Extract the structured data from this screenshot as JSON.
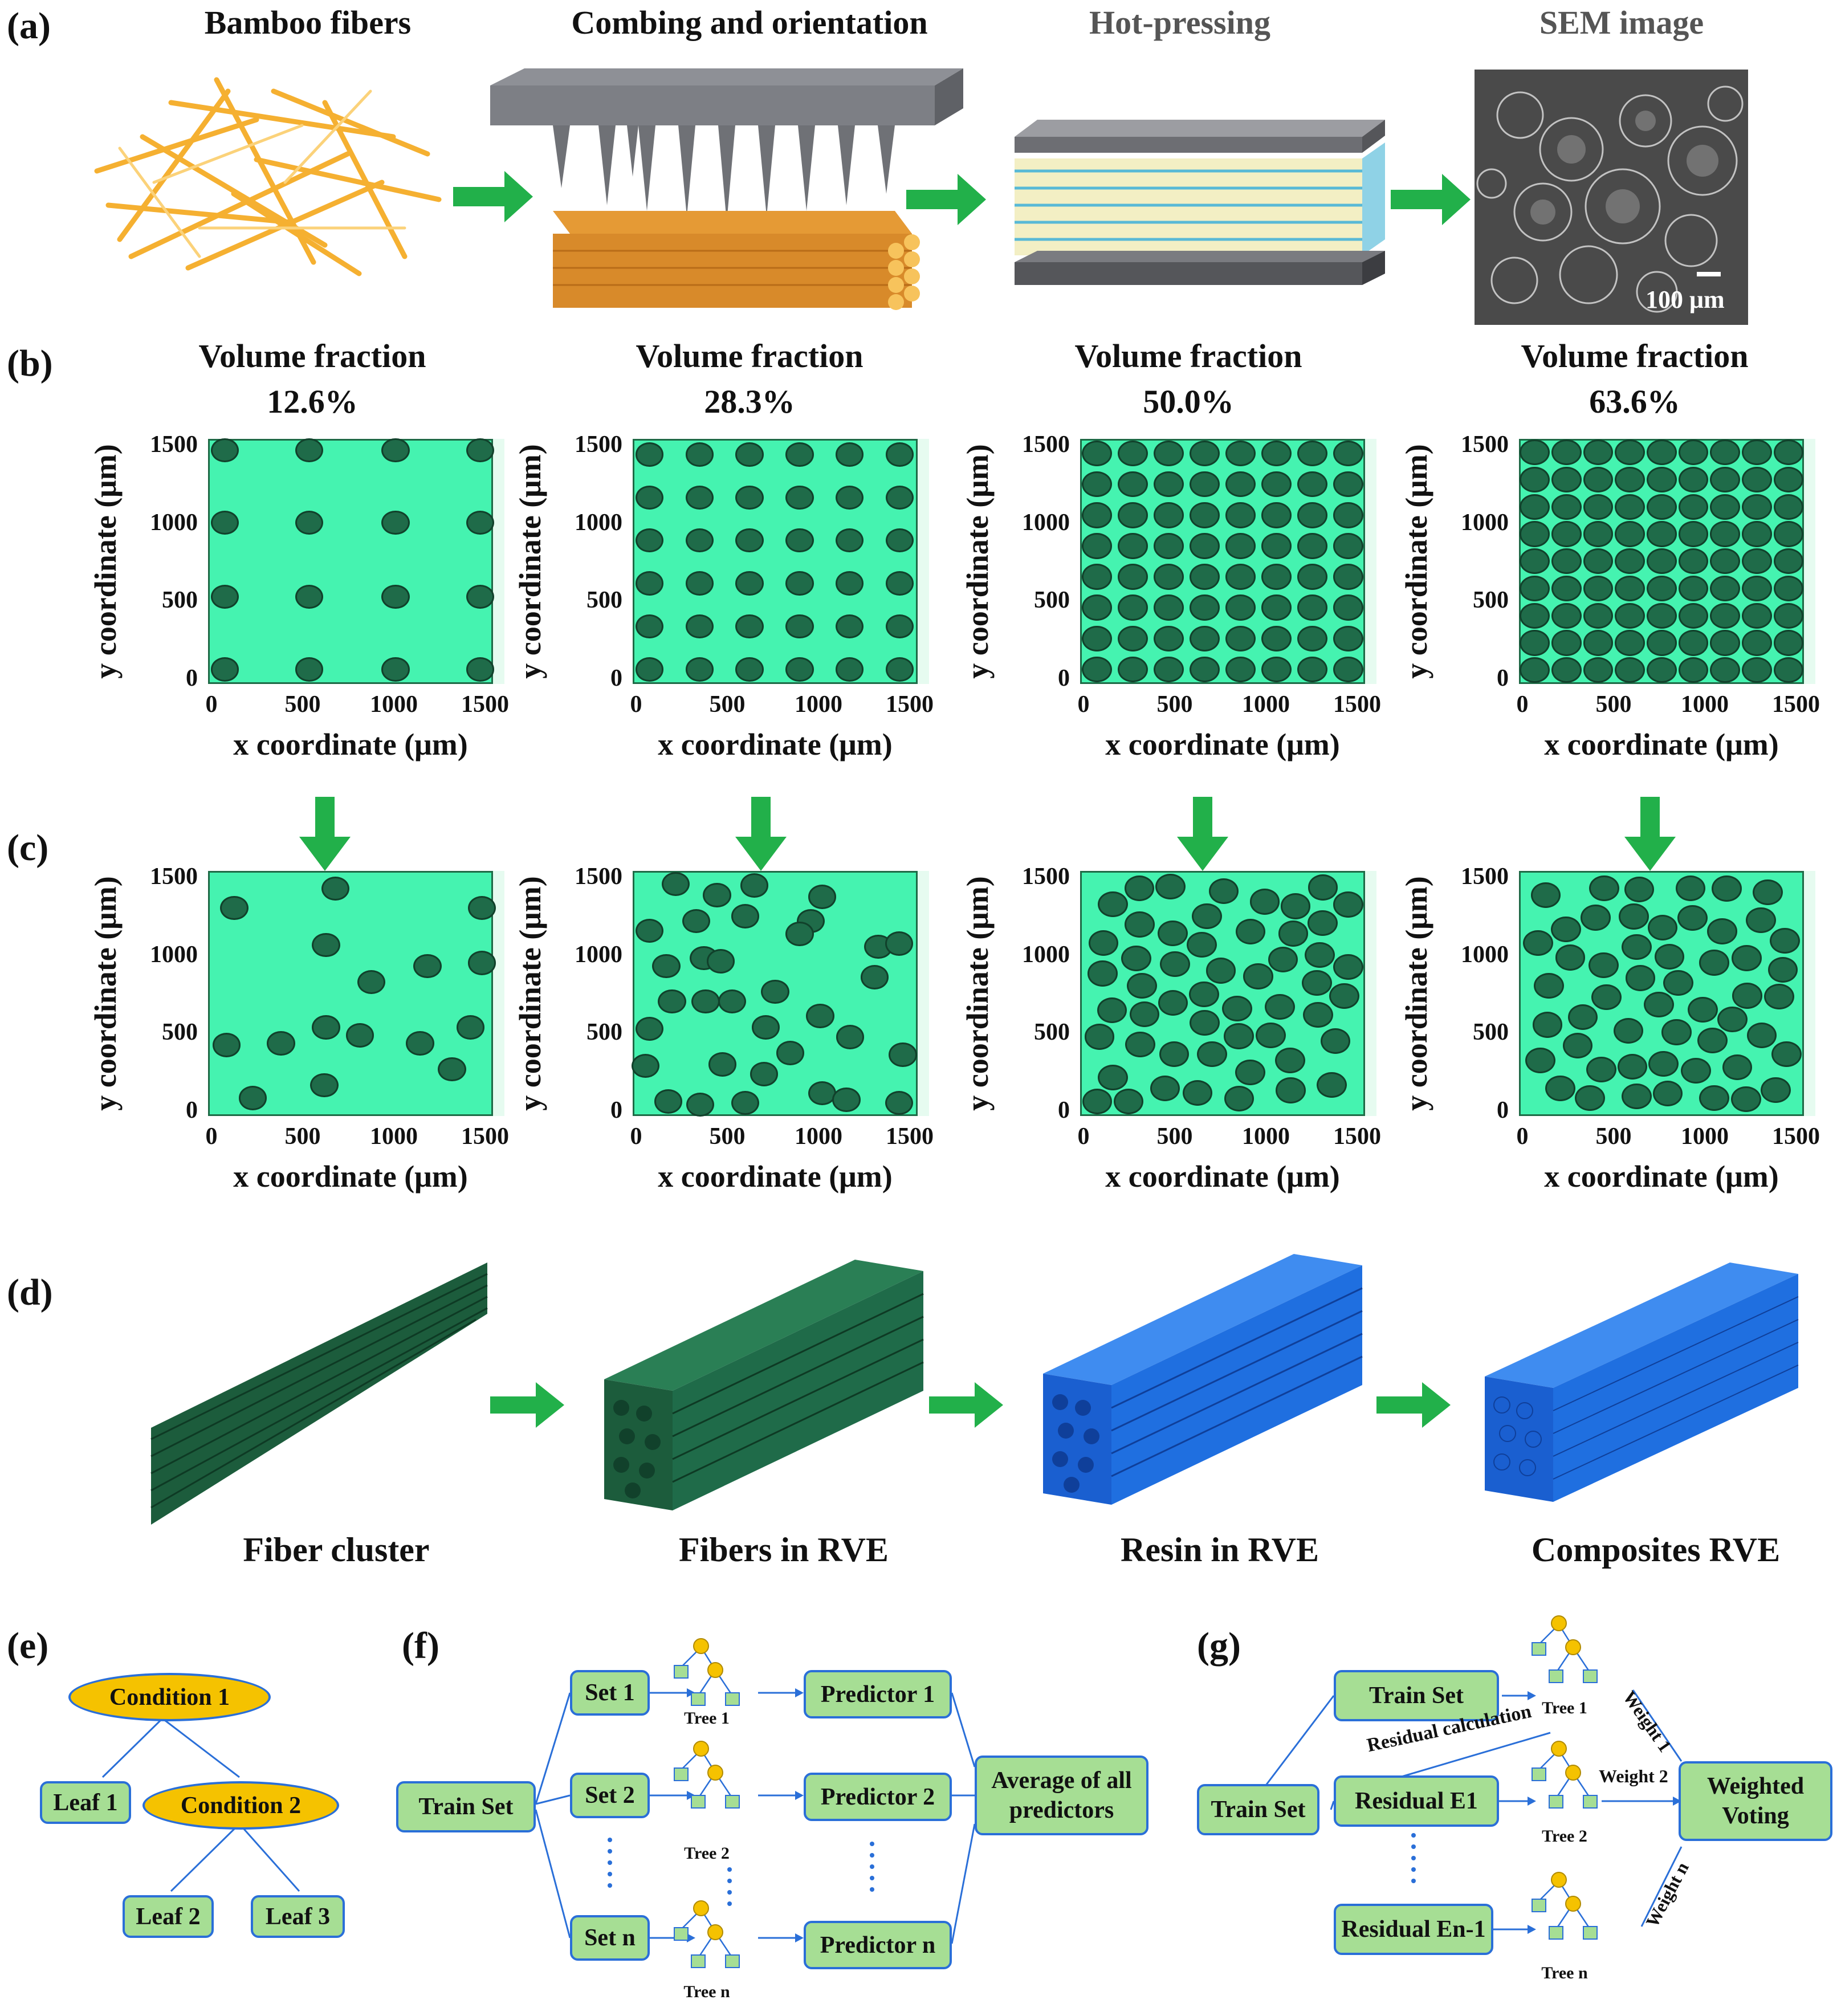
{
  "panel_labels": [
    "(a)",
    "(b)",
    "(c)",
    "(d)",
    "(e)",
    "(f)",
    "(g)"
  ],
  "a": {
    "titles": [
      "Bamboo fibers",
      "Combing and orientation",
      "Hot-pressing",
      "SEM image"
    ],
    "scale_bar": "100 μm"
  },
  "b": {
    "title_prefix": "Volume fraction",
    "fractions": [
      "12.6%",
      "28.3%",
      "50.0%",
      "63.6%"
    ]
  },
  "axes": {
    "x_label": "x coordinate (μm)",
    "y_label": "y coordinate (μm)",
    "ticks": [
      "0",
      "500",
      "1000",
      "1500"
    ],
    "range": [
      0,
      1500
    ]
  },
  "d": {
    "captions": [
      "Fiber cluster",
      "Fibers in RVE",
      "Resin in RVE",
      "Composites RVE"
    ],
    "colors": {
      "fiber": "#1f6b49",
      "resin": "#1f6fe0"
    }
  },
  "e": {
    "condition1": "Condition 1",
    "condition2": "Condition 2",
    "leaf1": "Leaf 1",
    "leaf2": "Leaf 2",
    "leaf3": "Leaf 3"
  },
  "f": {
    "train_set": "Train Set",
    "sets": [
      "Set 1",
      "Set 2",
      "Set n"
    ],
    "trees": [
      "Tree 1",
      "Tree 2",
      "Tree n"
    ],
    "predictors": [
      "Predictor 1",
      "Predictor 2",
      "Predictor n"
    ],
    "average": "Average of all predictors"
  },
  "g": {
    "train_set": "Train Set",
    "train_set_top": "Train Set",
    "residual_e1": "Residual E1",
    "residual_en": "Residual En-1",
    "trees": [
      "Tree 1",
      "Tree 2",
      "Tree n"
    ],
    "residual_calc": "Residual calculation",
    "weights": [
      "Weight 1",
      "Weight 2",
      "Weight n"
    ],
    "weighted_voting": "Weighted Voting"
  },
  "colors": {
    "matrix": "#45f3b0",
    "fiber": "#1f6b49",
    "box_fill": "#a6de94",
    "box_border": "#2a6fd8",
    "node_yellow": "#f5c200",
    "arrow_green": "#22b04a"
  },
  "chart_data": [
    {
      "type": "scatter",
      "title": "Volume fraction 12.6%",
      "xlabel": "x coordinate (μm)",
      "ylabel": "y coordinate (μm)",
      "xlim": [
        0,
        1500
      ],
      "ylim": [
        0,
        1500
      ],
      "fiber_diameter": 150,
      "x": [
        80,
        80,
        80,
        80,
        530,
        530,
        530,
        530,
        990,
        990,
        990,
        990,
        1440,
        1440,
        1440,
        1440
      ],
      "y": [
        1440,
        990,
        530,
        80,
        1440,
        990,
        530,
        80,
        1440,
        990,
        530,
        80,
        1440,
        990,
        530,
        80
      ]
    },
    {
      "type": "scatter",
      "title": "Volume fraction 28.3%",
      "xlabel": "x coordinate (μm)",
      "ylabel": "y coordinate (μm)",
      "xlim": [
        0,
        1500
      ],
      "ylim": [
        0,
        1500
      ],
      "fiber_diameter": 150,
      "grid_x": [
        80,
        347,
        613,
        880,
        1147,
        1413
      ],
      "grid_y": [
        80,
        347,
        613,
        880,
        1147,
        1413
      ]
    },
    {
      "type": "scatter",
      "title": "Volume fraction 50.0%",
      "xlabel": "x coordinate (μm)",
      "ylabel": "y coordinate (μm)",
      "xlim": [
        0,
        1500
      ],
      "ylim": [
        0,
        1500
      ],
      "fiber_diameter": 160,
      "grid_x": [
        80,
        271,
        463,
        654,
        846,
        1037,
        1229,
        1420
      ],
      "grid_y": [
        80,
        271,
        463,
        654,
        846,
        1037,
        1229,
        1420
      ]
    },
    {
      "type": "scatter",
      "title": "Volume fraction 63.6%",
      "xlabel": "x coordinate (μm)",
      "ylabel": "y coordinate (μm)",
      "xlim": [
        0,
        1500
      ],
      "ylim": [
        0,
        1500
      ],
      "fiber_diameter": 160,
      "grid_x": [
        75,
        244,
        413,
        582,
        751,
        920,
        1089,
        1258,
        1427
      ],
      "grid_y": [
        75,
        244,
        413,
        582,
        751,
        920,
        1089,
        1258,
        1427
      ]
    },
    {
      "type": "scatter",
      "title": "Random 12.6%",
      "xlim": [
        0,
        1500
      ],
      "ylim": [
        0,
        1500
      ],
      "fiber_diameter": 150,
      "x": [
        130,
        670,
        620,
        860,
        1160,
        1450,
        90,
        380,
        620,
        800,
        1120,
        1390,
        230,
        610,
        1290,
        1450
      ],
      "y": [
        1280,
        1400,
        1050,
        820,
        920,
        1280,
        430,
        440,
        540,
        490,
        440,
        540,
        100,
        180,
        280,
        940
      ]
    },
    {
      "type": "scatter",
      "title": "Random 28.3%",
      "xlim": [
        0,
        1500
      ],
      "ylim": [
        0,
        1500
      ],
      "fiber_diameter": 150,
      "x": [
        220,
        640,
        440,
        1000,
        940,
        80,
        330,
        170,
        370,
        590,
        880,
        1300,
        1410,
        80,
        520,
        750,
        1280,
        60,
        200,
        470,
        700,
        990,
        1430,
        180,
        590,
        830,
        1150,
        1410,
        350,
        690,
        1000,
        1130,
        460,
        380
      ],
      "y": [
        1430,
        1420,
        1360,
        1350,
        1200,
        1140,
        1200,
        920,
        970,
        1230,
        1120,
        1040,
        1060,
        530,
        700,
        760,
        850,
        300,
        700,
        310,
        540,
        610,
        370,
        80,
        70,
        380,
        480,
        70,
        60,
        250,
        130,
        90,
        950,
        700
      ]
    },
    {
      "type": "scatter",
      "title": "Random 50.0%",
      "xlim": [
        0,
        1500
      ],
      "ylim": [
        0,
        1500
      ],
      "fiber_diameter": 160
    },
    {
      "type": "scatter",
      "title": "Random 63.6%",
      "xlim": [
        0,
        1500
      ],
      "ylim": [
        0,
        1500
      ],
      "fiber_diameter": 160
    }
  ]
}
